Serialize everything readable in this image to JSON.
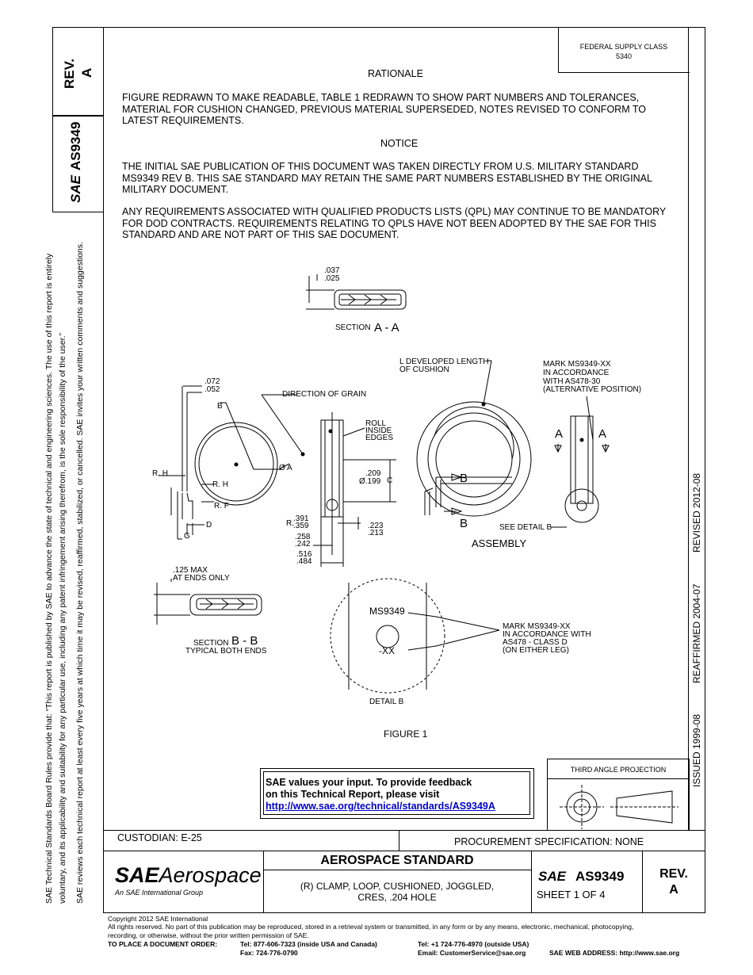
{
  "header": {
    "federal_supply_class": "FEDERAL SUPPLY CLASS",
    "fsc_code": "5340"
  },
  "left_strip": {
    "rev_label": "REV.",
    "rev_value": "A",
    "doc_logo": "SAE",
    "doc_number": "AS9349"
  },
  "side_notes": {
    "line1": "SAE Technical Standards Board Rules provide that: “This report is published by SAE to advance the state of technical and engineering sciences. The use of this report is entirely",
    "line2": "voluntary, and its applicability and suitability for any particular use, including any patent infringement arising therefrom, is the sole responsibility of the user.”",
    "line3": "SAE reviews each technical report at least every five years at which time it may be revised, reaffirmed, stabilized, or cancelled. SAE invites your written comments and suggestions."
  },
  "right_strip": {
    "revised": "REVISED 2012-08",
    "reaffirmed": "REAFFIRMED 2004-07",
    "issued": "ISSUED 1999-08"
  },
  "body": {
    "rationale_title": "RATIONALE",
    "rationale_text": "FIGURE REDRAWN TO MAKE READABLE, TABLE 1 REDRAWN TO SHOW PART NUMBERS AND TOLERANCES, MATERIAL FOR CUSHION CHANGED, PREVIOUS MATERIAL SUPERSEDED, NOTES REVISED TO CONFORM TO LATEST REQUIREMENTS.",
    "notice_title": "NOTICE",
    "notice_text1": "THE INITIAL SAE PUBLICATION OF THIS DOCUMENT WAS TAKEN DIRECTLY FROM U.S. MILITARY STANDARD MS9349 REV B. THIS SAE STANDARD MAY RETAIN THE SAME PART NUMBERS ESTABLISHED BY THE ORIGINAL MILITARY DOCUMENT.",
    "notice_text2": "ANY REQUIREMENTS ASSOCIATED WITH QUALIFIED PRODUCTS LISTS (QPL) MAY CONTINUE TO BE MANDATORY FOR DOD CONTRACTS. REQUIREMENTS RELATING TO QPLS HAVE NOT BEEN ADOPTED BY THE SAE FOR THIS STANDARD AND ARE NOT PART OF THIS SAE DOCUMENT."
  },
  "drawing": {
    "sec_aa_dim1": ".037",
    "sec_aa_dim2": ".025",
    "sec_aa_label": "SECTION",
    "sec_aa_id": "A - A",
    "dim_072": ".072",
    "dim_052": ".052",
    "label_b": "B",
    "direction_of_grain": "DIRECTION OF GRAIN",
    "roll_inside": "ROLL",
    "roll_inside2": "INSIDE",
    "roll_inside3": "EDGES",
    "dia_a": "Ø A",
    "rh_1": "R. H",
    "rh_2": "R. H",
    "rf": "R. F",
    "label_d": "D",
    "label_g": "G",
    "dim_209": ".209",
    "dim_199": "Ø.199",
    "label_c": "C",
    "r_prefix": "R.",
    "dim_391": ".391",
    "dim_359": ".359",
    "dim_223": ".223",
    "dim_213": ".213",
    "dim_258": ".258",
    "dim_242": ".242",
    "dim_516": ".516",
    "dim_484": ".484",
    "l_developed": "L DEVELOPED LENGTH",
    "of_cushion": "OF CUSHION",
    "mark1_line1": "MARK MS9349-XX",
    "mark1_line2": "IN ACCORDANCE",
    "mark1_line3": "WITH AS478-30",
    "mark1_line4": "(ALTERNATIVE POSITION)",
    "label_a_left": "A",
    "label_a_right": "A",
    "label_b_top": "B",
    "label_b_bottom": "B",
    "see_detail_b": "SEE DETAIL B",
    "assembly": "ASSEMBLY",
    "max_125": ".125 MAX",
    "at_ends_only": "AT ENDS ONLY",
    "sec_bb_label": "SECTION",
    "sec_bb_id": "B - B",
    "typical_both_ends": "TYPICAL BOTH ENDS",
    "ms9349": "MS9349",
    "xx": "-XX",
    "mark2_line1": "MARK MS9349-XX",
    "mark2_line2": "IN ACCORDANCE WITH",
    "mark2_line3": "AS478 - CLASS D",
    "mark2_line4": "(ON EITHER LEG)",
    "detail_b": "DETAIL B",
    "figure_1": "FIGURE 1"
  },
  "feedback": {
    "line1": "SAE values your input. To provide feedback",
    "line2": "on this Technical Report, please visit",
    "link": "http://www.sae.org/technical/standards/AS9349A"
  },
  "projection": {
    "label": "THIRD ANGLE PROJECTION"
  },
  "title_block": {
    "custodian": "CUSTODIAN:  E-25",
    "procurement": "PROCUREMENT SPECIFICATION:  NONE",
    "logo_main": "SAE",
    "logo_word": "Aerospace",
    "logo_sub": "An SAE International Group",
    "standard_title": "AEROSPACE STANDARD",
    "desc_line1": "(R) CLAMP, LOOP, CUSHIONED, JOGGLED,",
    "desc_line2": "CRES, .204 HOLE",
    "doc_logo": "SAE",
    "doc_number": "AS9349",
    "sheet": "SHEET 1 OF 4",
    "rev_label": "REV.",
    "rev_value": "A"
  },
  "footer": {
    "copyright": "Copyright 2012 SAE International",
    "rights1": "All rights reserved. No part of this publication may be reproduced, stored in a retrieval system or transmitted, in any form or by any means, electronic, mechanical, photocopying,",
    "rights2": "recording, or otherwise, without the prior written permission of SAE.",
    "order_label": "TO PLACE A DOCUMENT ORDER:",
    "tel1": "Tel: 877-606-7323 (inside USA and Canada)",
    "tel2": "Tel: +1 724-776-4970 (outside USA)",
    "fax": "Fax: 724-776-0790",
    "email": "Email: CustomerService@sae.org",
    "web": "SAE WEB ADDRESS: http://www.sae.org"
  }
}
